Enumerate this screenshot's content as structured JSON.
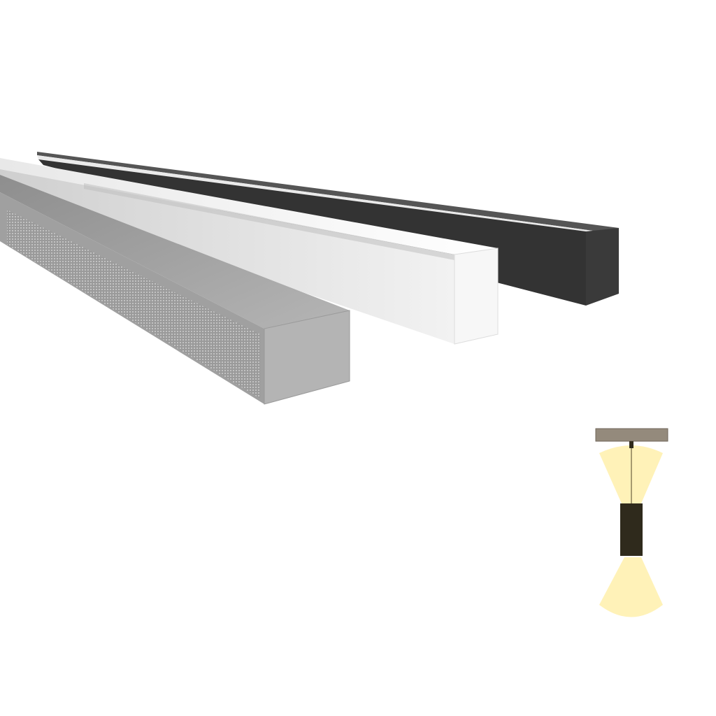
{
  "scene": {
    "background": "#ffffff",
    "products": [
      {
        "name": "black",
        "color": "#2e2e2e"
      },
      {
        "name": "white",
        "color": "#f4f4f4"
      },
      {
        "name": "silver",
        "color": "#a9a9a9"
      }
    ],
    "icon": {
      "name": "pendant-up-down-light-icon",
      "ceiling_color": "#948a7c",
      "fixture_color": "#2f2a1c",
      "beam_color": "#fff2b8"
    }
  }
}
